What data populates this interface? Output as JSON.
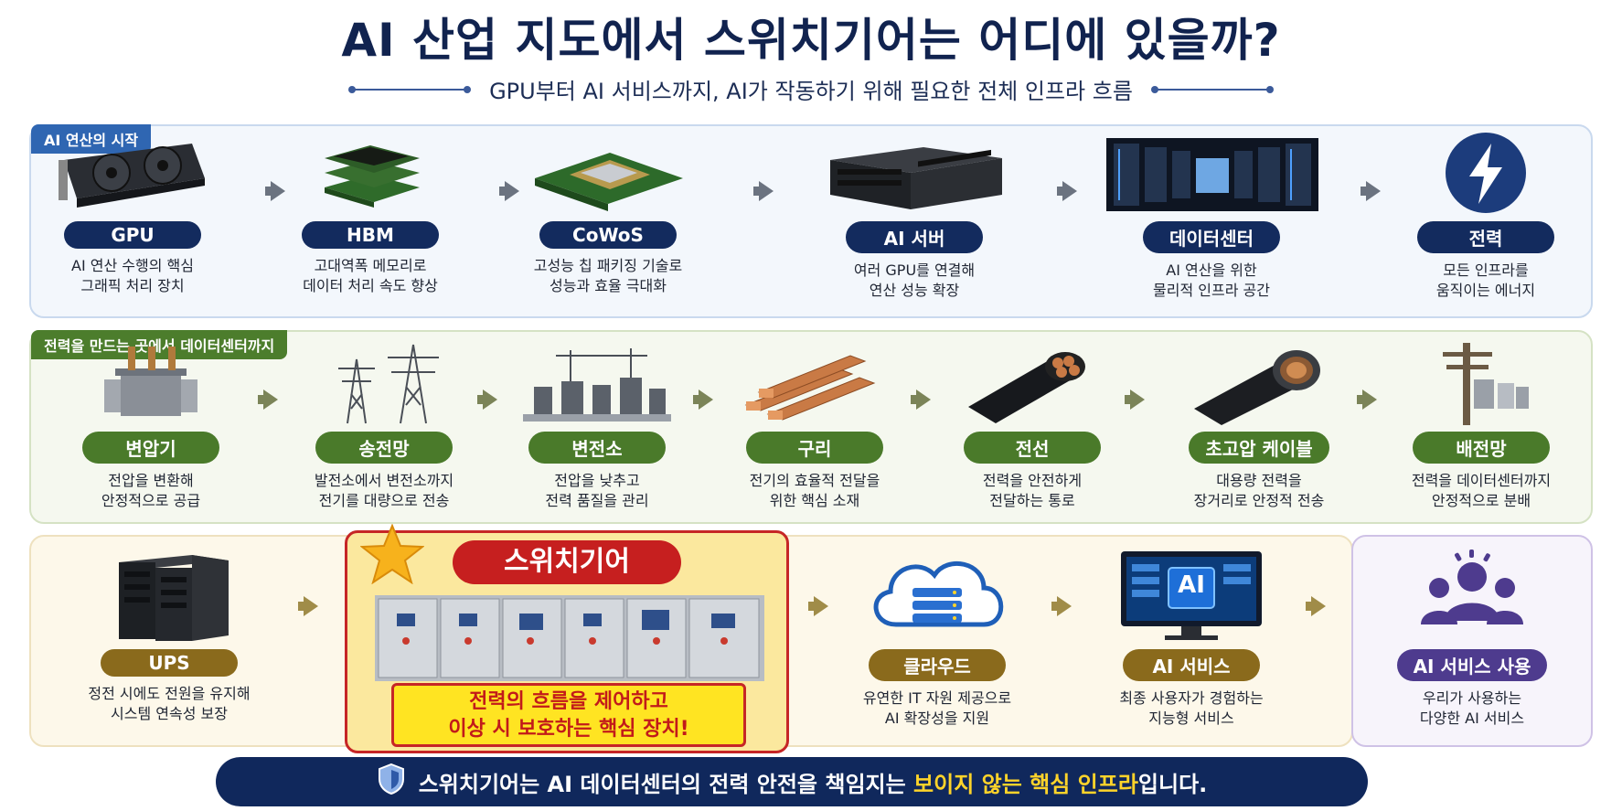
{
  "header": {
    "title": "AI 산업 지도에서 스위치기어는 어디에 있을까?",
    "subtitle": "GPU부터 AI 서비스까지, AI가 작동하기 위해 필요한 전체 인프라 흐름"
  },
  "section1": {
    "tag": "AI 연산의 시작",
    "items": [
      {
        "label": "GPU",
        "desc1": "AI 연산 수행의 핵심",
        "desc2": "그래픽 처리 장치"
      },
      {
        "label": "HBM",
        "desc1": "고대역폭 메모리로",
        "desc2": "데이터 처리 속도 향상"
      },
      {
        "label": "CoWoS",
        "desc1": "고성능 칩 패키징 기술로",
        "desc2": "성능과 효율 극대화"
      },
      {
        "label": "AI 서버",
        "desc1": "여러 GPU를 연결해",
        "desc2": "연산 성능 확장"
      },
      {
        "label": "데이터센터",
        "desc1": "AI 연산을 위한",
        "desc2": "물리적 인프라 공간"
      },
      {
        "label": "전력",
        "desc1": "모든 인프라를",
        "desc2": "움직이는 에너지"
      }
    ]
  },
  "section2": {
    "tag": "전력을 만드는 곳에서 데이터센터까지",
    "items": [
      {
        "label": "변압기",
        "desc1": "전압을 변환해",
        "desc2": "안정적으로 공급"
      },
      {
        "label": "송전망",
        "desc1": "발전소에서 변전소까지",
        "desc2": "전기를 대량으로 전송"
      },
      {
        "label": "변전소",
        "desc1": "전압을 낮추고",
        "desc2": "전력 품질을 관리"
      },
      {
        "label": "구리",
        "desc1": "전기의 효율적 전달을",
        "desc2": "위한 핵심 소재"
      },
      {
        "label": "전선",
        "desc1": "전력을 안전하게",
        "desc2": "전달하는 통로"
      },
      {
        "label": "초고압 케이블",
        "desc1": "대용량 전력을",
        "desc2": "장거리로 안정적 전송"
      },
      {
        "label": "배전망",
        "desc1": "전력을 데이터센터까지",
        "desc2": "안정적으로 분배"
      }
    ]
  },
  "section3": {
    "ups": {
      "label": "UPS",
      "desc1": "정전 시에도 전원을 유지해",
      "desc2": "시스템 연속성 보장"
    },
    "switchgear": {
      "title": "스위치기어",
      "note1": "전력의 흐름을 제어하고",
      "note2": "이상 시 보호하는 핵심 장치!"
    },
    "cloud": {
      "label": "클라우드",
      "desc1": "유연한 IT 자원 제공으로",
      "desc2": "AI 확장성을 지원"
    },
    "ai_service": {
      "label": "AI 서비스",
      "desc1": "최종 사용자가 경험하는",
      "desc2": "지능형 서비스",
      "screen_text": "AI"
    },
    "ai_use": {
      "label": "AI 서비스 사용",
      "desc1": "우리가 사용하는",
      "desc2": "다양한 AI 서비스"
    }
  },
  "footer": {
    "part1": "스위치기어는 AI 데이터센터의 전력 안전을 책임지는",
    "highlight": "보이지 않는 핵심 인프라",
    "part2": "입니다."
  },
  "colors": {
    "navy": "#132b5e",
    "green": "#4a7a2a",
    "gold": "#8a6a1c",
    "purple": "#4e3b8e",
    "red": "#c61f1f",
    "yellow_highlight": "#ffd42a"
  }
}
